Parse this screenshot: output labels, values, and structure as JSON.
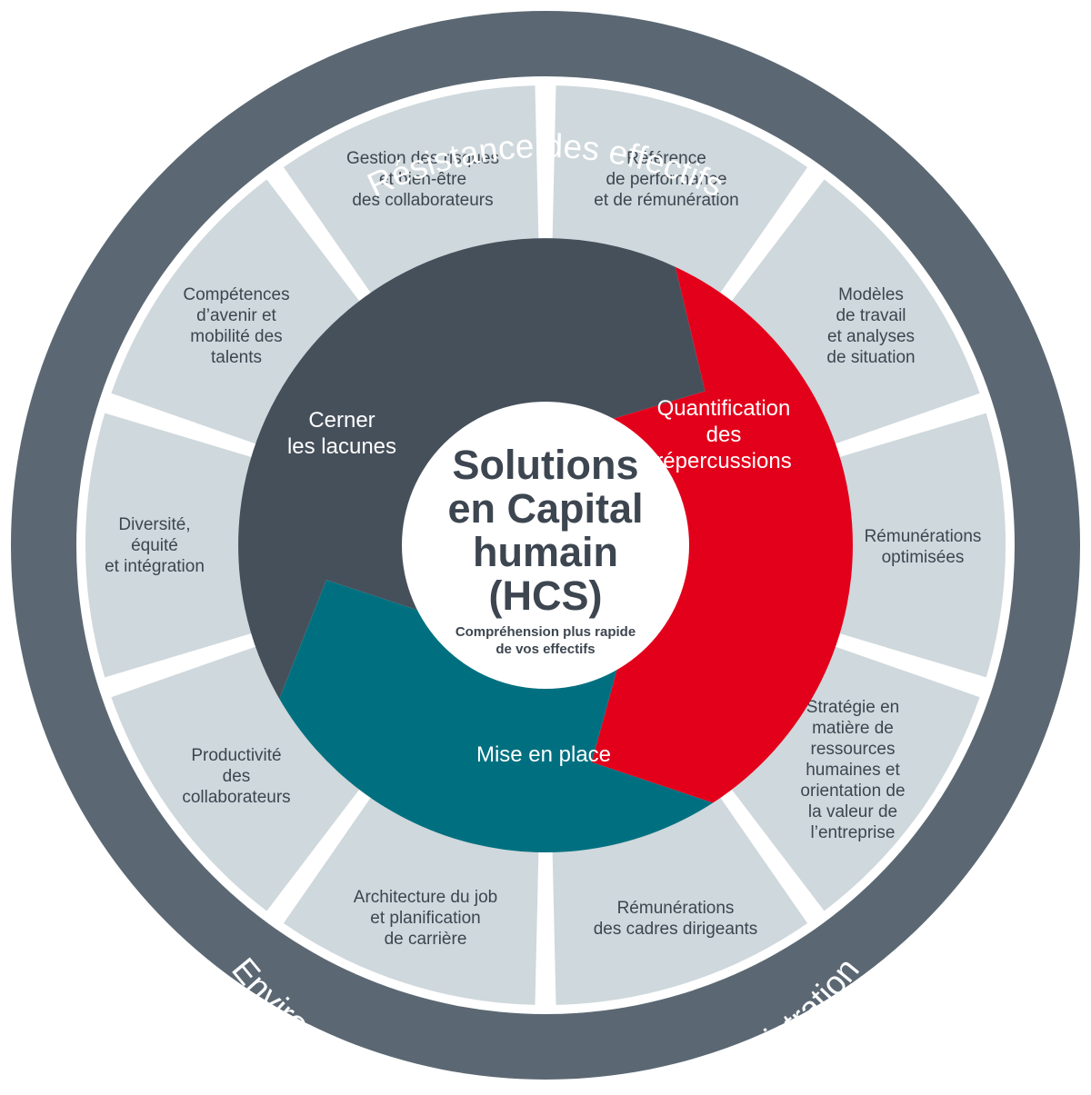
{
  "outer_ring": {
    "top_label": "Résistance des effectifs",
    "bottom_label": "Environnement, domaine social et administration"
  },
  "segments": [
    {
      "lines": [
        "Gestion des risques",
        "et bien-être",
        "des collaborateurs"
      ]
    },
    {
      "lines": [
        "Référence",
        "de performance",
        "et de rémunération"
      ]
    },
    {
      "lines": [
        "Modèles",
        "de travail",
        "et analyses",
        "de situation"
      ]
    },
    {
      "lines": [
        "Rémunérations",
        "optimisées"
      ]
    },
    {
      "lines": [
        "Stratégie en",
        "matière de",
        "ressources",
        "humaines et",
        "orientation de",
        "la valeur de",
        "l’entreprise"
      ]
    },
    {
      "lines": [
        "Rémunérations",
        "des cadres dirigeants"
      ]
    },
    {
      "lines": [
        "Architecture du job",
        "et planification",
        "de carrière"
      ]
    },
    {
      "lines": [
        "Productivité",
        "des",
        "collaborateurs"
      ]
    },
    {
      "lines": [
        "Diversité,",
        "équité",
        "et intégration"
      ]
    },
    {
      "lines": [
        "Compétences",
        "d’avenir et",
        "mobilité des",
        "talents"
      ]
    }
  ],
  "inner_cycle": [
    {
      "lines": [
        "Cerner",
        "les lacunes"
      ],
      "color": "#46505b"
    },
    {
      "lines": [
        "Quantification",
        "des",
        "répercussions"
      ],
      "color": "#e3001b"
    },
    {
      "lines": [
        "Mise en place"
      ],
      "color": "#007080"
    }
  ],
  "center": {
    "title_lines": [
      "Solutions",
      "en Capital",
      "humain",
      "(HCS)"
    ],
    "subtitle_lines": [
      "Compréhension plus rapide",
      "de vos effectifs"
    ]
  },
  "colors": {
    "outer_ring": "#5b6873",
    "segment_fill": "#cfd8dc",
    "segment_text": "#3d4650",
    "center_text": "#3d4650"
  }
}
